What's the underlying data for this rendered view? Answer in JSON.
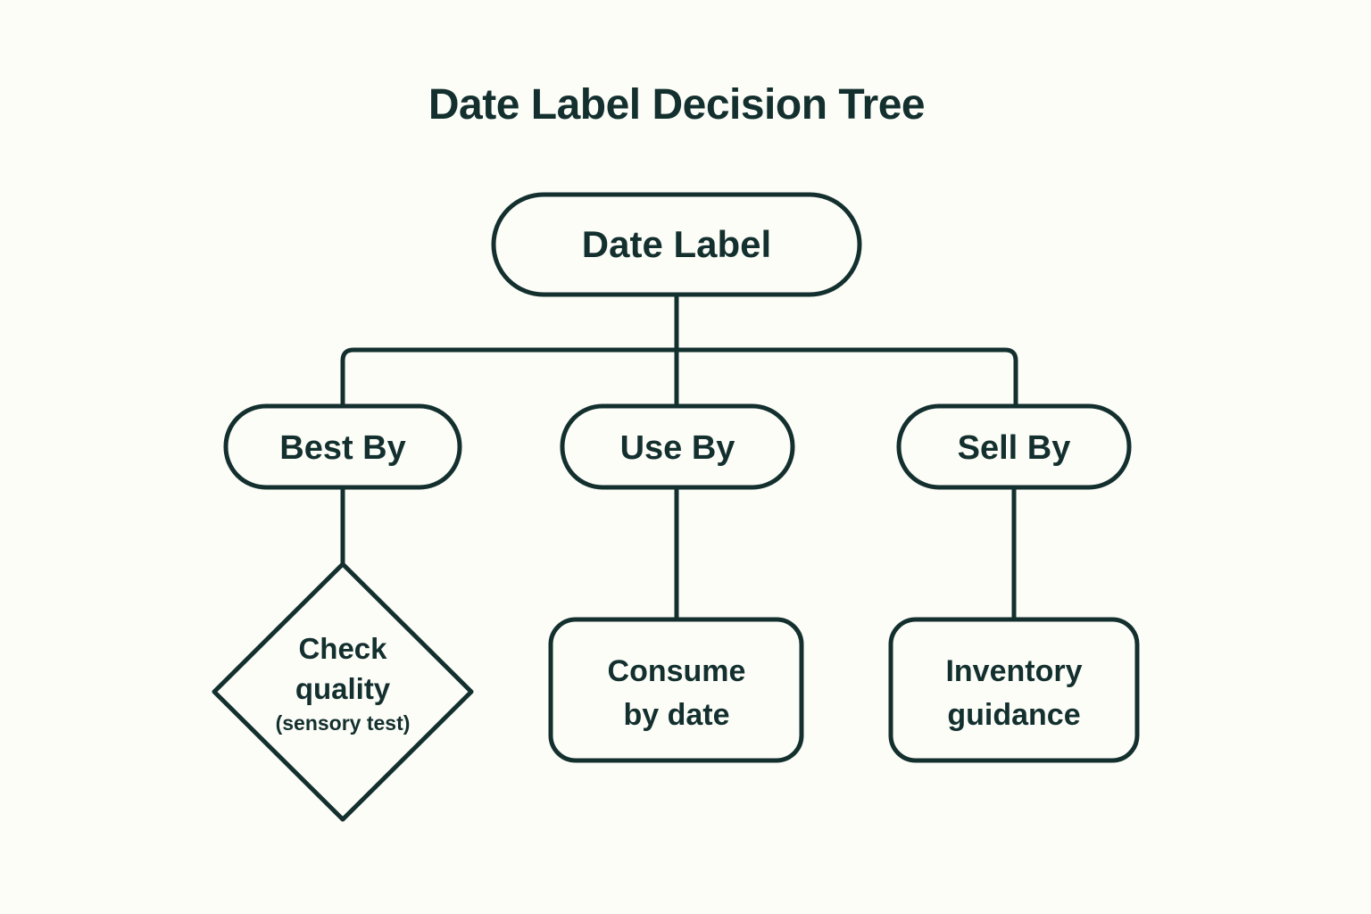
{
  "page": {
    "title": "Date Label Decision Tree",
    "background_color": "#fdfdf7",
    "ink_color": "#13302f"
  },
  "diagram": {
    "type": "decision-tree",
    "root": {
      "id": "date-label",
      "label": "Date Label",
      "shape": "pill"
    },
    "branches": [
      {
        "id": "best-by",
        "label": "Best By",
        "shape": "pill",
        "child": {
          "id": "check-quality",
          "shape": "diamond",
          "label": "Check quality",
          "label_line1": "Check",
          "label_line2": "quality",
          "sublabel": "(sensory test)"
        }
      },
      {
        "id": "use-by",
        "label": "Use By",
        "shape": "pill",
        "child": {
          "id": "consume-by-date",
          "shape": "rounded-rect",
          "label": "Consume by date",
          "label_line1": "Consume",
          "label_line2": "by date"
        }
      },
      {
        "id": "sell-by",
        "label": "Sell By",
        "shape": "pill",
        "child": {
          "id": "inventory-guidance",
          "shape": "rounded-rect",
          "label": "Inventory guidance",
          "label_line1": "Inventory",
          "label_line2": "guidance"
        }
      }
    ]
  }
}
